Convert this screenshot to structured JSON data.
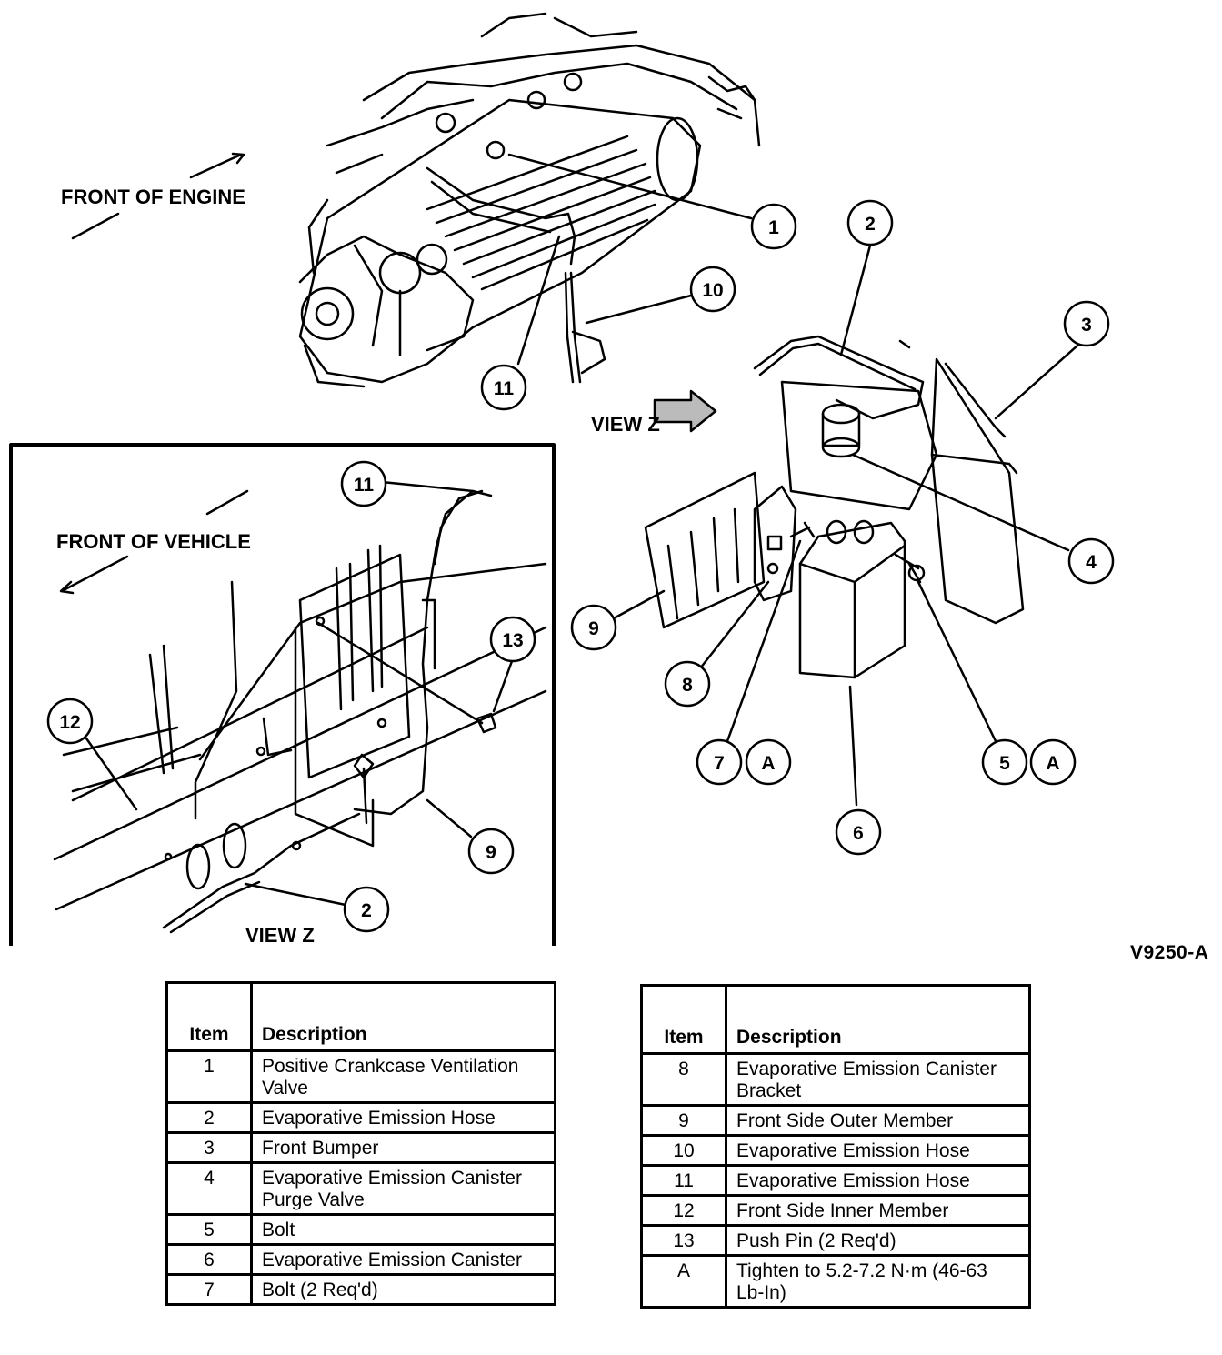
{
  "labels": {
    "front_of_engine": "FRONT OF ENGINE",
    "front_of_vehicle": "FRONT OF VEHICLE",
    "view_z_arrow": "VIEW Z",
    "view_z_inset": "VIEW Z",
    "part_number": "V9250-A"
  },
  "callouts": {
    "c1": "1",
    "c2": "2",
    "c3": "3",
    "c4": "4",
    "c5": "5",
    "c5a": "A",
    "c6": "6",
    "c7": "7",
    "c7a": "A",
    "c8": "8",
    "c9": "9",
    "c10": "10",
    "c11": "11",
    "inset_c11": "11",
    "inset_c12": "12",
    "inset_c13": "13",
    "inset_c9": "9",
    "inset_c2": "2"
  },
  "legend": {
    "header_item": "Item",
    "header_description": "Description",
    "left_rows": [
      {
        "item": "1",
        "description": "Positive Crankcase Ventilation Valve"
      },
      {
        "item": "2",
        "description": "Evaporative Emission Hose"
      },
      {
        "item": "3",
        "description": "Front Bumper"
      },
      {
        "item": "4",
        "description": "Evaporative Emission Canister Purge Valve"
      },
      {
        "item": "5",
        "description": "Bolt"
      },
      {
        "item": "6",
        "description": "Evaporative Emission Canister"
      },
      {
        "item": "7",
        "description": "Bolt (2 Req'd)"
      }
    ],
    "right_rows": [
      {
        "item": "8",
        "description": "Evaporative Emission Canister Bracket"
      },
      {
        "item": "9",
        "description": "Front Side Outer Member"
      },
      {
        "item": "10",
        "description": "Evaporative Emission Hose"
      },
      {
        "item": "11",
        "description": "Evaporative Emission Hose"
      },
      {
        "item": "12",
        "description": "Front Side Inner Member"
      },
      {
        "item": "13",
        "description": "Push Pin (2 Req'd)"
      },
      {
        "item": "A",
        "description": "Tighten to 5.2-7.2 N·m (46-63 Lb-In)"
      }
    ]
  }
}
